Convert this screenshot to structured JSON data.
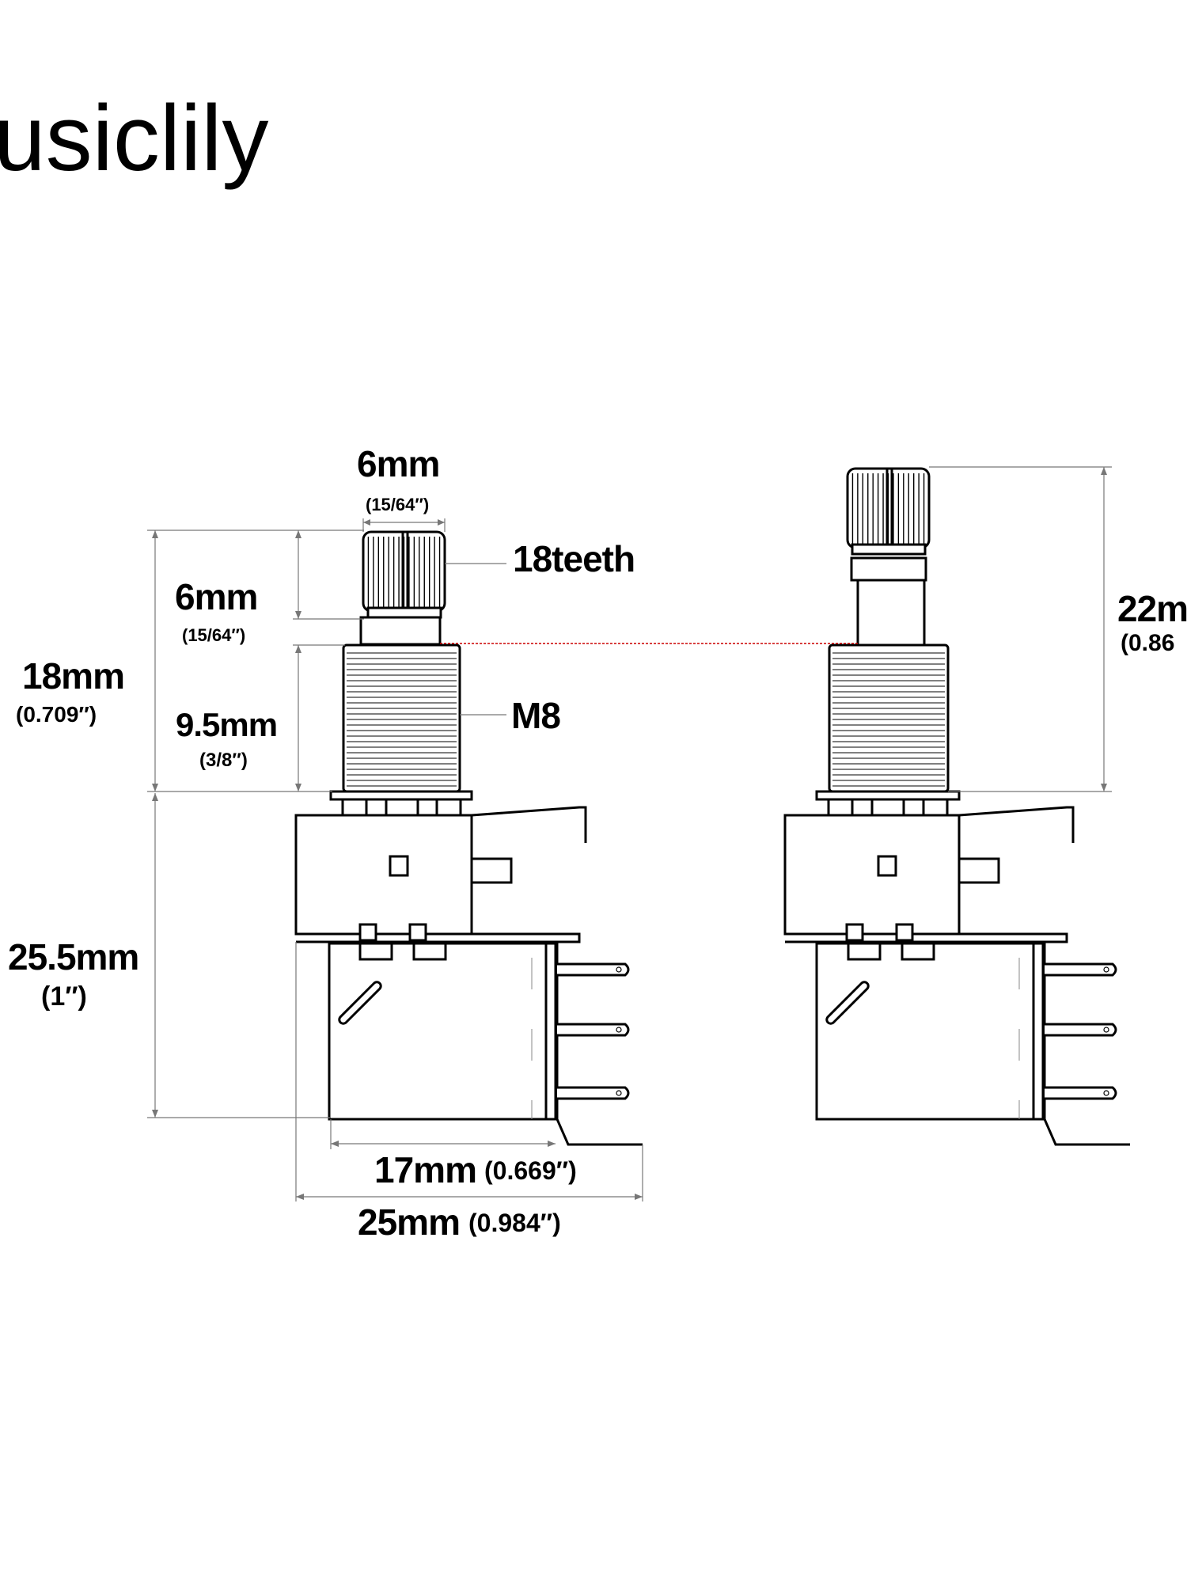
{
  "brand": {
    "text": "usiclily"
  },
  "labels": {
    "shaft_width": "6mm",
    "shaft_width_in": "(15/64″)",
    "teeth": "18teeth",
    "knurl_height": "6mm",
    "knurl_height_in": "(15/64″)",
    "total_shaft": "18mm",
    "total_shaft_in": "(0.709″)",
    "thread_length": "9.5mm",
    "thread_length_in": "(3/8″)",
    "thread": "M8",
    "body_height": "25.5mm",
    "body_height_in": "(1″)",
    "depth_17": "17mm",
    "depth_17_in": "(0.669″)",
    "depth_25": "25mm",
    "depth_25_in": "(0.984″)",
    "pushed_height": "22m",
    "pushed_height_in": "(0.86"
  },
  "colors": {
    "ink": "#000000",
    "guide": "#cc0000",
    "dim": "#777777"
  }
}
